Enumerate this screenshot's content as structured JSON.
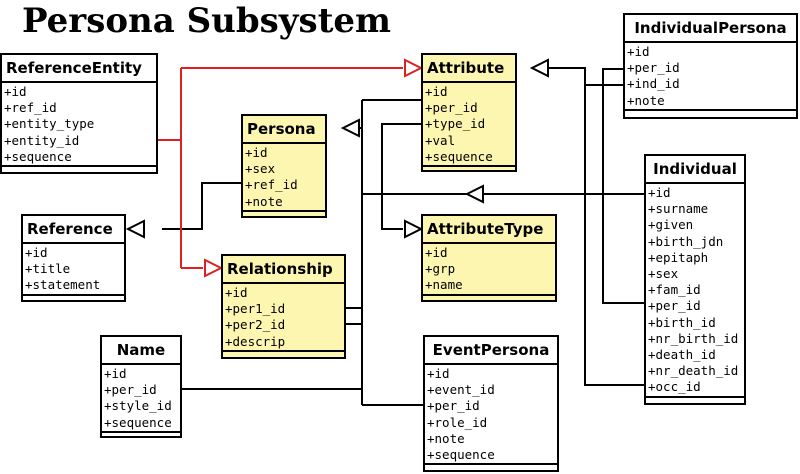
{
  "title": "Persona Subsystem",
  "entities": {
    "reference_entity": {
      "name": "ReferenceEntity",
      "fields": [
        "+id",
        "+ref_id",
        "+entity_type",
        "+entity_id",
        "+sequence"
      ]
    },
    "attribute": {
      "name": "Attribute",
      "fields": [
        "+id",
        "+per_id",
        "+type_id",
        "+val",
        "+sequence"
      ]
    },
    "individual_persona": {
      "name": "IndividualPersona",
      "fields": [
        "+id",
        "+per_id",
        "+ind_id",
        "+note"
      ]
    },
    "persona": {
      "name": "Persona",
      "fields": [
        "+id",
        "+sex",
        "+ref_id",
        "+note"
      ]
    },
    "individual": {
      "name": "Individual",
      "fields": [
        "+id",
        "+surname",
        "+given",
        "+birth_jdn",
        "+epitaph",
        "+sex",
        "+fam_id",
        "+per_id",
        "+birth_id",
        "+nr_birth_id",
        "+death_id",
        "+nr_death_id",
        "+occ_id"
      ]
    },
    "reference": {
      "name": "Reference",
      "fields": [
        "+id",
        "+title",
        "+statement"
      ]
    },
    "attribute_type": {
      "name": "AttributeType",
      "fields": [
        "+id",
        "+grp",
        "+name"
      ]
    },
    "relationship": {
      "name": "Relationship",
      "fields": [
        "+id",
        "+per1_id",
        "+per2_id",
        "+descrip"
      ]
    },
    "name": {
      "name": "Name",
      "fields": [
        "+id",
        "+per_id",
        "+style_id",
        "+sequence"
      ]
    },
    "event_persona": {
      "name": "EventPersona",
      "fields": [
        "+id",
        "+event_id",
        "+per_id",
        "+role_id",
        "+note",
        "+sequence"
      ]
    }
  },
  "colors": {
    "line": "#000000",
    "reference_line": "#e02020",
    "yellow_fill": "#fdf6b1",
    "white_fill": "#ffffff"
  }
}
